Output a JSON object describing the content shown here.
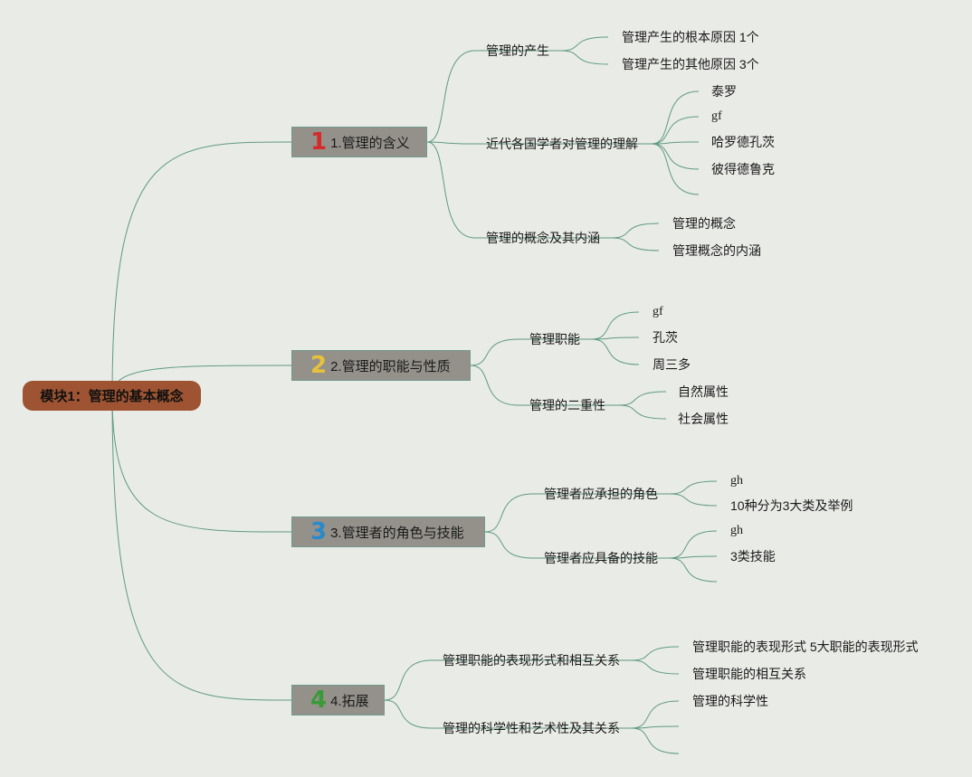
{
  "root": {
    "label": "模块1：管理的基本概念"
  },
  "topics": [
    {
      "number": "1",
      "label": "1.管理的含义",
      "children": [
        {
          "label": "管理的产生",
          "children": [
            "管理产生的根本原因 1个",
            "管理产生的其他原因 3个"
          ]
        },
        {
          "label": "近代各国学者对管理的理解",
          "children": [
            "泰罗",
            "gf",
            "哈罗德孔茨",
            "彼得德鲁克",
            ""
          ]
        },
        {
          "label": "管理的概念及其内涵",
          "children": [
            "管理的概念",
            "管理概念的内涵"
          ]
        }
      ]
    },
    {
      "number": "2",
      "label": "2.管理的职能与性质",
      "children": [
        {
          "label": "管理职能",
          "children": [
            "gf",
            "孔茨",
            "周三多"
          ]
        },
        {
          "label": "管理的二重性",
          "children": [
            "自然属性",
            "社会属性"
          ]
        }
      ]
    },
    {
      "number": "3",
      "label": "3.管理者的角色与技能",
      "children": [
        {
          "label": "管理者应承担的角色",
          "children": [
            "gh",
            "10种分为3大类及举例"
          ]
        },
        {
          "label": "管理者应具备的技能",
          "children": [
            "gh",
            "3类技能",
            ""
          ]
        }
      ]
    },
    {
      "number": "4",
      "label": "4.拓展",
      "children": [
        {
          "label": "管理职能的表现形式和相互关系",
          "children": [
            "管理职能的表现形式 5大职能的表现形式",
            "管理职能的相互关系"
          ]
        },
        {
          "label": "管理的科学性和艺术性及其关系",
          "children": [
            "管理的科学性",
            "",
            ""
          ]
        }
      ]
    }
  ]
}
